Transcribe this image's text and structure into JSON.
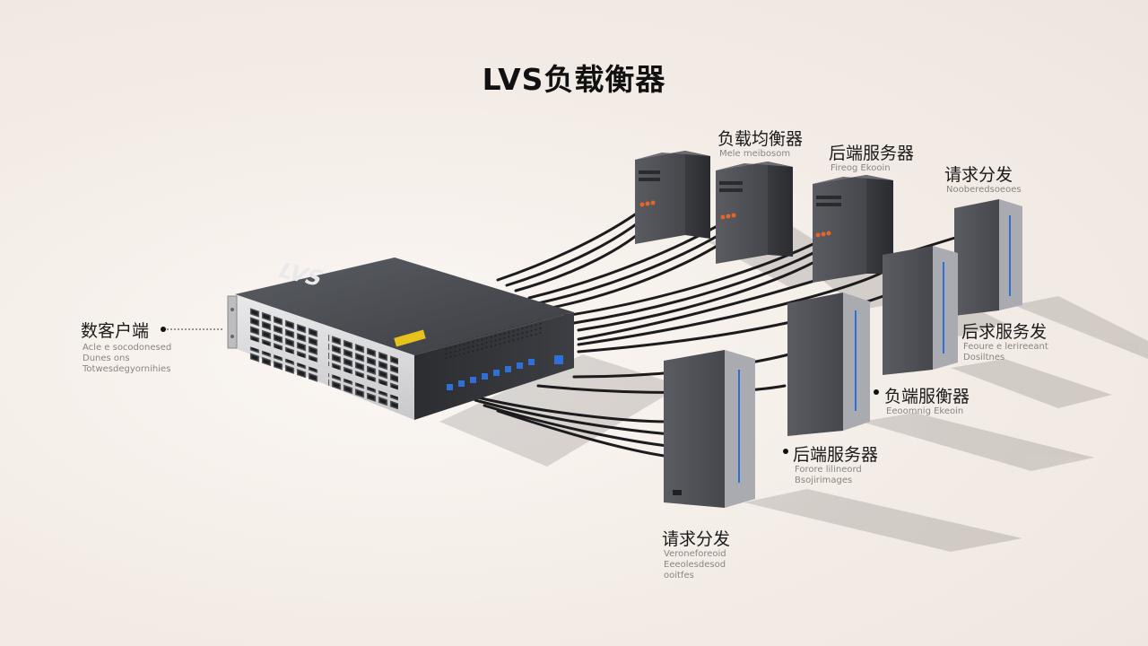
{
  "title": "LVS负载衡器",
  "device_label": "LVS",
  "client": {
    "label": "数客户端",
    "caption": [
      "Acle e socodonesed",
      "Dunes ons",
      "Totwesdegyornihies"
    ]
  },
  "nodes": [
    {
      "label": "负载均衡器",
      "caption": [
        "Mele meibosom"
      ]
    },
    {
      "label": "后端服务器",
      "caption": [
        "Fireog Ekooin"
      ]
    },
    {
      "label": "请求分发",
      "caption": [
        "Nooberedsoeoes"
      ]
    },
    {
      "label": "后求服务发",
      "caption": [
        "Feoure e lerireeant",
        "Dosiltnes"
      ]
    },
    {
      "label": "负端服衡器",
      "caption": [
        "Eeoomnig Ekeoin"
      ]
    },
    {
      "label": "后端服务器",
      "caption": [
        "Forore lilineord",
        "Bsojirimages"
      ]
    },
    {
      "label": "请求分发",
      "caption": [
        "Veroneforeoid",
        "Eeeolesdesod",
        "ooitfes"
      ]
    }
  ],
  "colors": {
    "background": "#f4eee8",
    "server_body": "#4a4c52",
    "cable": "#1c1c1e",
    "port_blue": "#2f6fd6",
    "port_orange": "#e0662a",
    "warning_label": "#e8c21c"
  }
}
